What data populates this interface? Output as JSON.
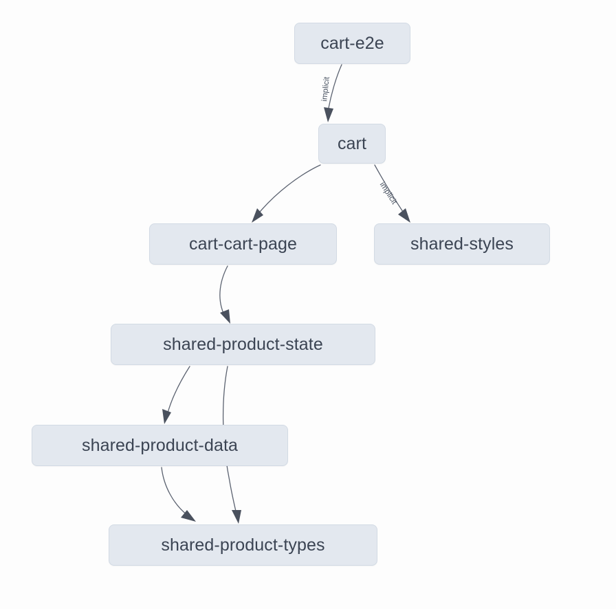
{
  "diagram": {
    "type": "dependency-graph",
    "title": "",
    "background_color": "#fdfdfd",
    "node_fill": "#e3e8ef",
    "node_border": "#d2dae4",
    "node_text_color": "#3b4453",
    "edge_color": "#5b6270",
    "arrow_color": "#4a515e"
  },
  "nodes": [
    {
      "id": "cart-e2e",
      "label": "cart-e2e"
    },
    {
      "id": "cart",
      "label": "cart"
    },
    {
      "id": "cart-cart-page",
      "label": "cart-cart-page"
    },
    {
      "id": "shared-styles",
      "label": "shared-styles"
    },
    {
      "id": "shared-product-state",
      "label": "shared-product-state"
    },
    {
      "id": "shared-product-data",
      "label": "shared-product-data"
    },
    {
      "id": "shared-product-types",
      "label": "shared-product-types"
    }
  ],
  "edges": [
    {
      "id": "e1",
      "from": "cart-e2e",
      "to": "cart",
      "label": "implicit"
    },
    {
      "id": "e2",
      "from": "cart",
      "to": "cart-cart-page",
      "label": ""
    },
    {
      "id": "e3",
      "from": "cart",
      "to": "shared-styles",
      "label": "implicit"
    },
    {
      "id": "e4",
      "from": "cart-cart-page",
      "to": "shared-product-state",
      "label": ""
    },
    {
      "id": "e5",
      "from": "shared-product-state",
      "to": "shared-product-data",
      "label": ""
    },
    {
      "id": "e6",
      "from": "shared-product-state",
      "to": "shared-product-types",
      "label": ""
    },
    {
      "id": "e7",
      "from": "shared-product-data",
      "to": "shared-product-types",
      "label": ""
    }
  ],
  "edge_labels": {
    "implicit_1": "implicit",
    "implicit_2": "implicit"
  }
}
